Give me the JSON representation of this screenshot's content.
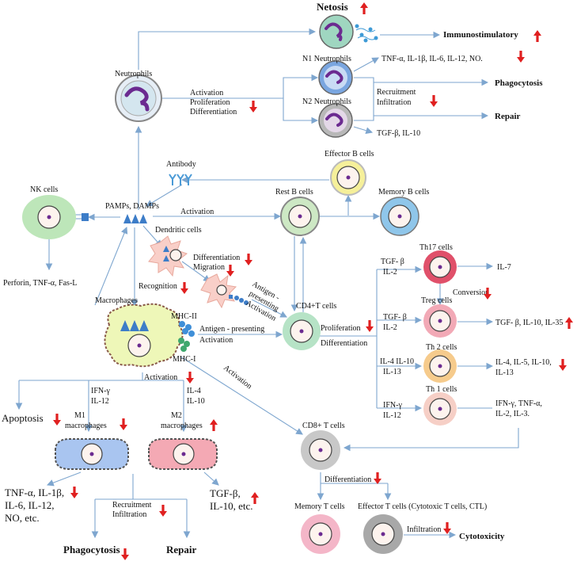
{
  "labels": {
    "netosis": "Netosis",
    "immunostimulatory": "Immunostimulatory",
    "n1_neutrophils": "N1 Neutrophils",
    "n1_cytokines": "TNF-α, IL-1β, IL-6, IL-12, NO.",
    "n2_neutrophils": "N2 Neutrophils",
    "n2_cytokines": "TGF-β, IL-10",
    "neutrophils": "Neutrophils",
    "activation_1": "Activation",
    "proliferation_1": "Proliferation",
    "differentiation_1": "Differentiation",
    "recruitment": "Recruitment",
    "infiltration": "Infiltration",
    "phagocytosis_top": "Phagocytosis",
    "repair_top": "Repair",
    "effector_b_cells": "Effector B cells",
    "antibody": "Antibody",
    "nk_cells": "NK cells",
    "pamps_damps": "PAMPs, DAMPs",
    "activation_2": "Activation",
    "rest_b_cells": "Rest B cells",
    "memory_b_cells": "Memory B cells",
    "dendritic_cells": "Dendritic cells",
    "differentiation_2": "Differentiation",
    "migration": "Migration",
    "perforin": "Perforin, TNF-α,  Fas-L",
    "recognition": "Recognition",
    "antigen_presenting_1": "Antigen -",
    "antigen_presenting_2": "presenting",
    "antigen_presenting_3": "Activation",
    "macrophages": "Macrophages",
    "mhc_ii": "MHC-II",
    "mhc_i": "MHC-I",
    "antigen_presenting_line": "Antigen - presenting",
    "activation_3": "Activation",
    "cd4_t_cells": "CD4+T cells",
    "proliferation_2": "Proliferation",
    "differentiation_3": "Differentiation",
    "activation_4": "Activation",
    "activation_diag": "Activation",
    "th17_cells": "Th17 cells",
    "th17_tgf": "TGF- β",
    "th17_il2": "IL-2",
    "il7": "IL-7",
    "conversion": "Conversion",
    "treg_tgf": "TGF- β",
    "treg_il2": "IL-2",
    "treg_cells": "Treg cells",
    "treg_cytokines": "TGF- β, IL-10, IL-35",
    "th2_il4": "IL-4  IL-10",
    "th2_il13": "IL-13",
    "th2_cells": "Th 2 cells",
    "th2_cyto_1": "IL-4, IL-5, IL-10,",
    "th2_cyto_2": "IL-13",
    "th1_ifn": "IFN-γ",
    "th1_il12": "IL-12",
    "th1_cells": "Th 1 cells",
    "th1_cyto_1": "IFN-γ, TNF-α,",
    "th1_cyto_2": "IL-2, IL-3.",
    "m1_ifn": "IFN-γ",
    "m1_il12": "IL-12",
    "m2_il4": "IL-4",
    "m2_il10": "IL-10",
    "apoptosis": "Apoptosis",
    "m1_a": "M1",
    "m1_b": "macrophages",
    "m2_a": "M2",
    "m2_b": "macrophages",
    "cd8_t_cells": "CD8+ T cells",
    "m1_cyto_1": "TNF-α, IL-1β,",
    "m1_cyto_2": "IL-6, IL-12,",
    "m1_cyto_3": "NO, etc.",
    "m2_cyto_1": "TGF-β,",
    "m2_cyto_2": "IL-10, etc.",
    "recruitment_2": "Recruitment",
    "infiltration_2": "Infiltration",
    "differentiation_4": "Differentiation",
    "memory_t_cells": "Memory T  cells",
    "effector_t_cells": "Effector T cells (Cytotoxic T cells, CTL)",
    "infiltration_3": "Infiltration",
    "cytotoxicity": "Cytotoxicity",
    "phagocytosis_bottom": "Phagocytosis",
    "repair_bottom": "Repair"
  },
  "colors": {
    "arrow_line": "#7ea6cf",
    "indicator_red": "#e02020",
    "neutrophil_cell": "#9fd6c0",
    "n1_cell": "#7aa6e0",
    "n2_cell": "#b8b8b8",
    "nucleus_purple": "#6b2a90",
    "rest_b_cell": "#cde8c4",
    "effector_b_cell": "#f6f09a",
    "memory_b_cell": "#8fc6ea",
    "nk_cell": "#bde6b9",
    "th17_cell": "#e0506a",
    "treg_cell": "#f2a9b6",
    "th2_cell": "#f6cb8c",
    "th1_cell": "#f6cfc6",
    "cd4_cell": "#b6e3c6",
    "cd8_cell": "#c8c8c8",
    "m1_cell": "#a9c5f0",
    "m2_cell": "#f4a9b4",
    "memory_t_cell": "#f4b6c8",
    "effector_t_cell": "#a8a8a8",
    "macrophage": "#eef7b8",
    "dendritic": "#f9cfc8",
    "mhc_blue": "#3f8fd8",
    "mhc_green": "#3ea86e"
  }
}
